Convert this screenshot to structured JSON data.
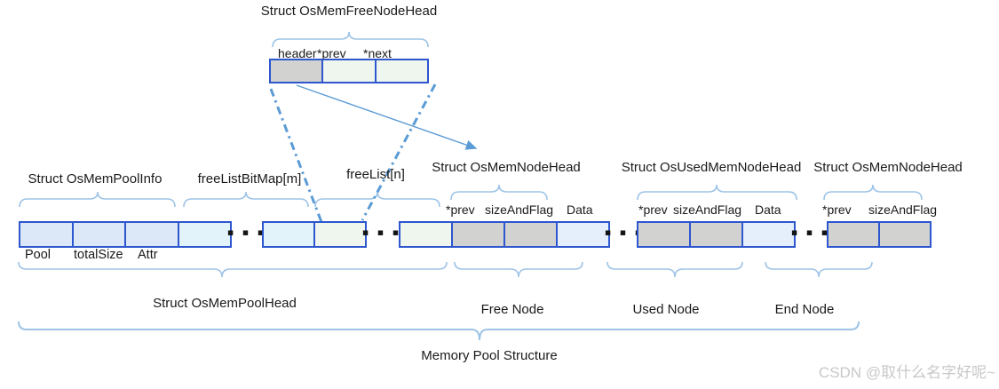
{
  "free_node_head_struct": {
    "title": "Struct OsMemFreeNodeHead",
    "fields": [
      "header",
      "*prev",
      "*next"
    ]
  },
  "pool_info": {
    "title": "Struct OsMemPoolInfo",
    "fields": [
      "Pool",
      "totalSize",
      "Attr"
    ]
  },
  "free_list_bitmap": {
    "label": "freeListBitMap[m]"
  },
  "free_list": {
    "label": "freeList[n]"
  },
  "free_node": {
    "title": "Struct OsMemNodeHead",
    "fields": [
      "*prev",
      "sizeAndFlag",
      "Data"
    ],
    "group_label": "Free Node"
  },
  "used_node": {
    "title": "Struct OsUsedMemNodeHead",
    "fields": [
      "*prev",
      "sizeAndFlag",
      "Data"
    ],
    "group_label": "Used Node"
  },
  "end_node": {
    "title": "Struct OsMemNodeHead",
    "fields": [
      "*prev",
      "sizeAndFlag"
    ],
    "group_label": "End Node"
  },
  "pool_head": {
    "label": "Struct OsMemPoolHead"
  },
  "overall": {
    "label": "Memory Pool Structure"
  },
  "ellipsis": "▪ ▪ ▪",
  "watermark": "CSDN @取什么名字好呢~",
  "colors": {
    "border": "#2d56cf",
    "cell_blue": "#dce8f7",
    "cell_cyan": "#e2f3f9",
    "cell_green": "#eff6ee",
    "cell_gray": "#d2d2d0",
    "cell_data": "#e4effb",
    "brace": "#9dc3e6",
    "connector": "#5b9bd5",
    "text": "#1a1a1a",
    "watermark": "#c8c8c8"
  }
}
